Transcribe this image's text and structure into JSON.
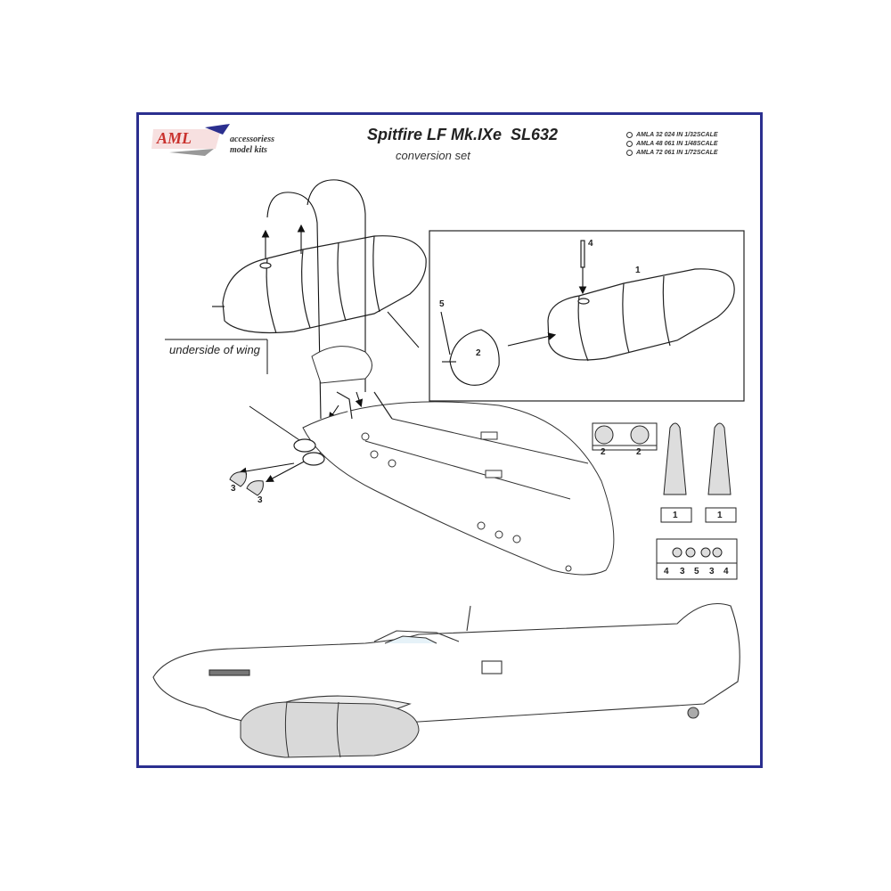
{
  "header": {
    "logo_text": "AML",
    "brand_line1": "accessoriess",
    "brand_line2": "model kits",
    "title": "Spitfire LF Mk.IXe  SL632",
    "subtitle": "conversion set"
  },
  "scales": [
    "AMLA 32 024 IN 1/32SCALE",
    "AMLA 48 061 IN 1/48SCALE",
    "AMLA 72 061 IN 1/72SCALE"
  ],
  "labels": {
    "wing": "underside of wing"
  },
  "part_numbers": {
    "inset_tank": "1",
    "inset_cone": "2",
    "inset_rod": "4",
    "inset_pin": "5",
    "wing_nose_a": "3",
    "wing_nose_b": "3",
    "disc_a": "2",
    "disc_b": "2",
    "tank_a": "1",
    "tank_b": "1",
    "sprue": [
      "4",
      "3",
      "5",
      "3",
      "4"
    ]
  },
  "colors": {
    "frame": "#2b2f8f",
    "logo": "#c9302c",
    "tank_fill": "#eeeeee",
    "tank_shade": "#c8c8c8"
  }
}
